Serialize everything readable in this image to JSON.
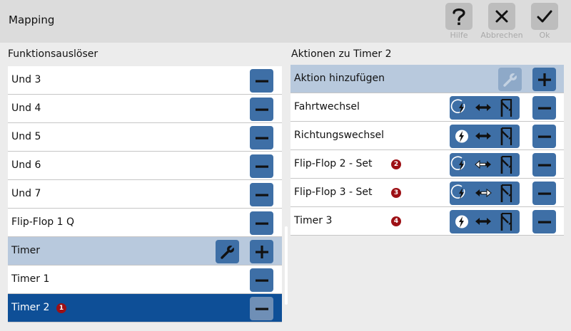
{
  "header": {
    "title": "Mapping",
    "help_label": "Hilfe",
    "cancel_label": "Abbrechen",
    "ok_label": "Ok"
  },
  "left": {
    "section_label": "Funktionsauslöser",
    "items": [
      {
        "label": "Und 3"
      },
      {
        "label": "Und 4"
      },
      {
        "label": "Und 5"
      },
      {
        "label": "Und 6"
      },
      {
        "label": "Und 7"
      },
      {
        "label": "Flip-Flop 1 Q"
      },
      {
        "label": "Timer"
      },
      {
        "label": "Timer 1"
      },
      {
        "label": "Timer 2",
        "badge": "1"
      }
    ]
  },
  "right": {
    "section_label": "Aktionen zu Timer 2",
    "add_label": "Aktion hinzufügen",
    "actions": [
      {
        "label": "Fahrtwechsel",
        "trigger_icon": "lightning-icon",
        "direction": "both"
      },
      {
        "label": "Richtungswechsel",
        "trigger_icon": "lightning-circle-icon",
        "direction": "both"
      },
      {
        "label": "Flip-Flop 2 - Set",
        "badge": "2",
        "trigger_icon": "lightning-icon",
        "direction": "left"
      },
      {
        "label": "Flip-Flop 3 - Set",
        "badge": "3",
        "trigger_icon": "lightning-icon",
        "direction": "right"
      },
      {
        "label": "Timer 3",
        "badge": "4",
        "trigger_icon": "lightning-circle-icon",
        "direction": "both"
      }
    ]
  },
  "colors": {
    "button": "#3e6fa6",
    "group_row": "#b8c9dd",
    "selected_row": "#0e4f97",
    "badge": "#9d1015"
  }
}
